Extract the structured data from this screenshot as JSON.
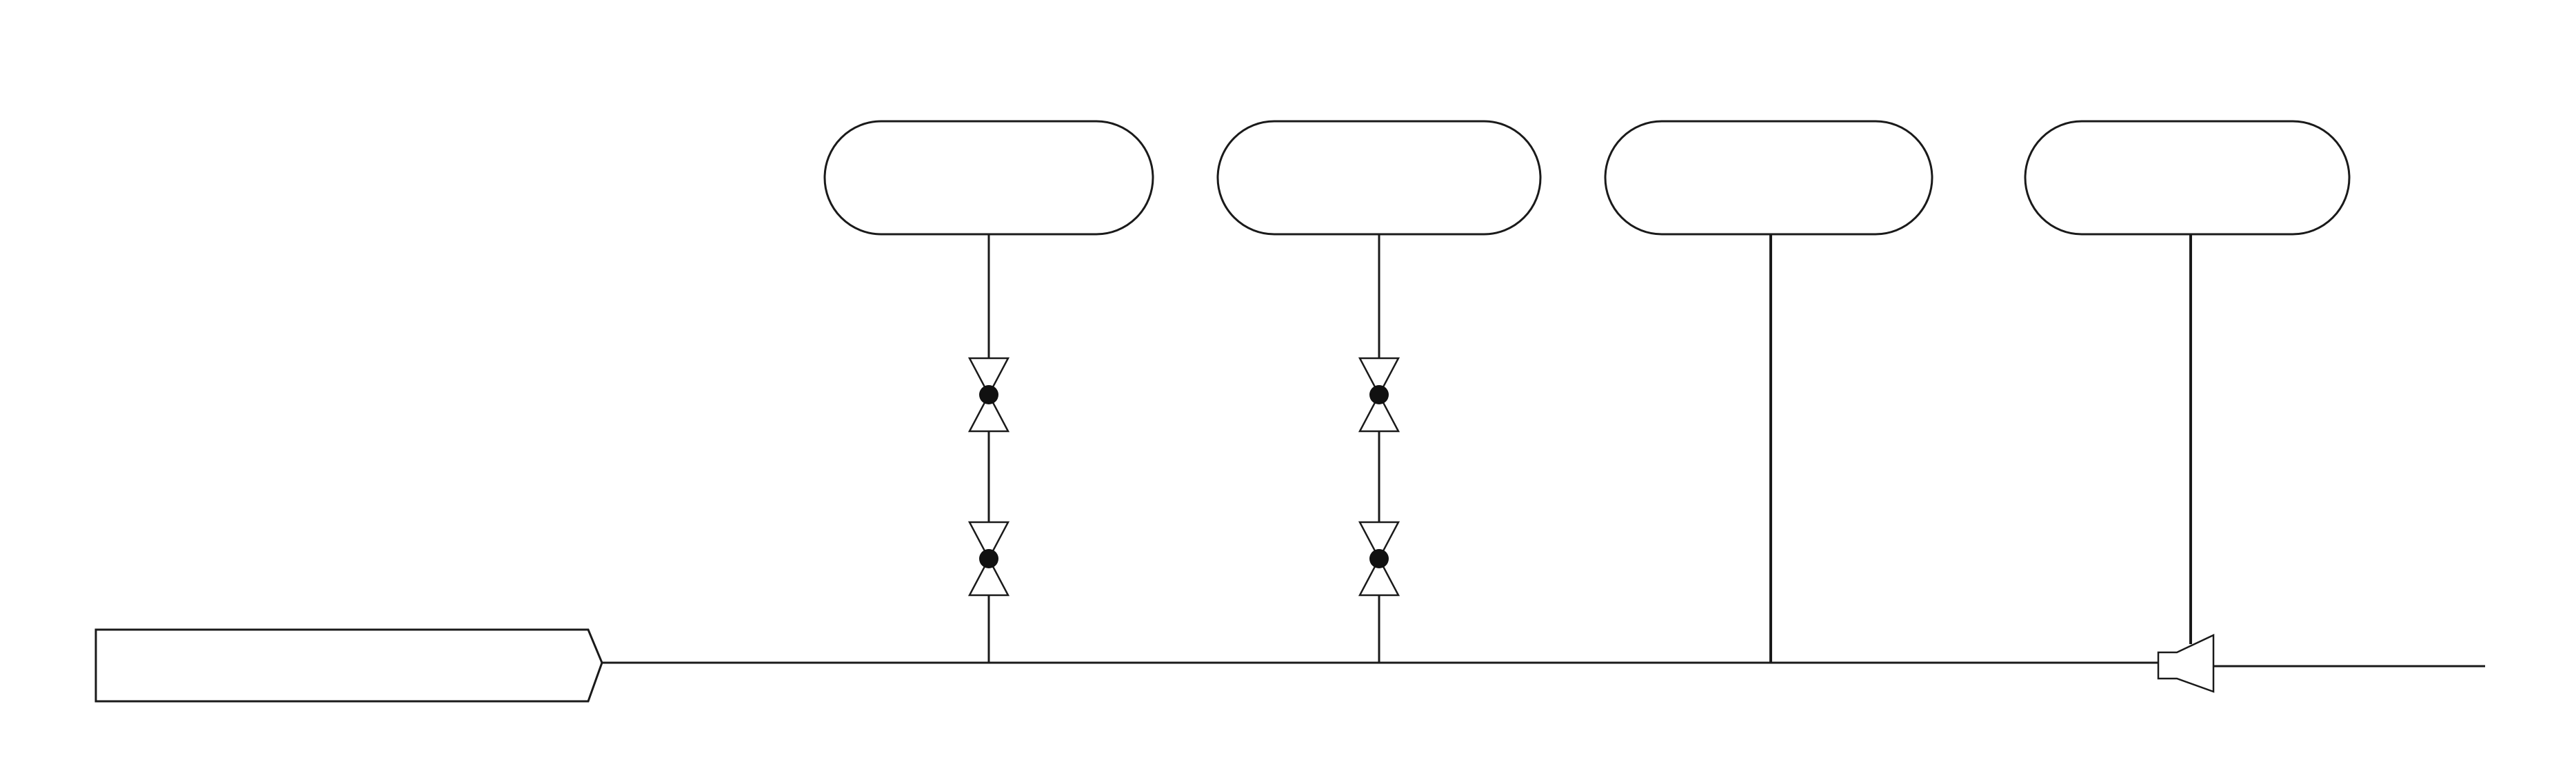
{
  "diagram": {
    "source_block": {
      "label": ""
    },
    "vessels": [
      {
        "id": "vessel-1",
        "label": "",
        "connection": "valved",
        "valve_count": 2
      },
      {
        "id": "vessel-2",
        "label": "",
        "connection": "valved",
        "valve_count": 2
      },
      {
        "id": "vessel-3",
        "label": "",
        "connection": "direct",
        "valve_count": 0
      },
      {
        "id": "vessel-4",
        "label": "",
        "connection": "reducer",
        "valve_count": 0
      }
    ],
    "symbols": {
      "valve": "gate-valve-icon",
      "reducer": "reducer-icon"
    },
    "colors": {
      "line": "#1a1a1a",
      "fill": "#ffffff",
      "valve_marker": "#111111"
    }
  }
}
